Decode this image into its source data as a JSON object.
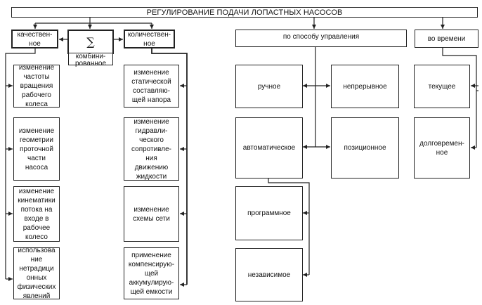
{
  "diagram": {
    "title": "РЕГУЛИРОВАНИЕ ПОДАЧИ ЛОПАСТНЫХ НАСОСОВ",
    "categories": {
      "qualitative": {
        "label": "качествен-\nное",
        "children": [
          "изменение\nчастоты\nвращения\nрабочего\nколеса",
          "изменение\nгеометрии\nпроточной\nчасти\nнасоса",
          "изменение\nкинематики\nпотока на\nвходе в\nрабочее\nколесо",
          "использова\nние\nнетрадици\nонных\nфизических\nявлений"
        ]
      },
      "combined": {
        "symbol": "∑",
        "label": "комбини-\nрованное"
      },
      "quantitative": {
        "label": "количествен-\nное",
        "children": [
          "изменение\nстатической\nсоставляю-\nщей напора",
          "изменение\nгидравли-\nческого\nсопротивле-\nния\nдвижению\nжидкости",
          "изменение\nсхемы сети",
          "применение\nкомпенсирую-\nщей\nаккумулирую-\nщей емкости"
        ]
      },
      "by_control": {
        "label": "по способу управления",
        "children": {
          "manual": "ручное",
          "continuous": "непрерывное",
          "automatic": "автоматическое",
          "positional": "позиционное",
          "programmed": "программное",
          "independent": "независимое"
        }
      },
      "by_time": {
        "label": "во времени",
        "children": {
          "current": "текущее",
          "long_term": "долговремен-\nное"
        }
      }
    }
  }
}
